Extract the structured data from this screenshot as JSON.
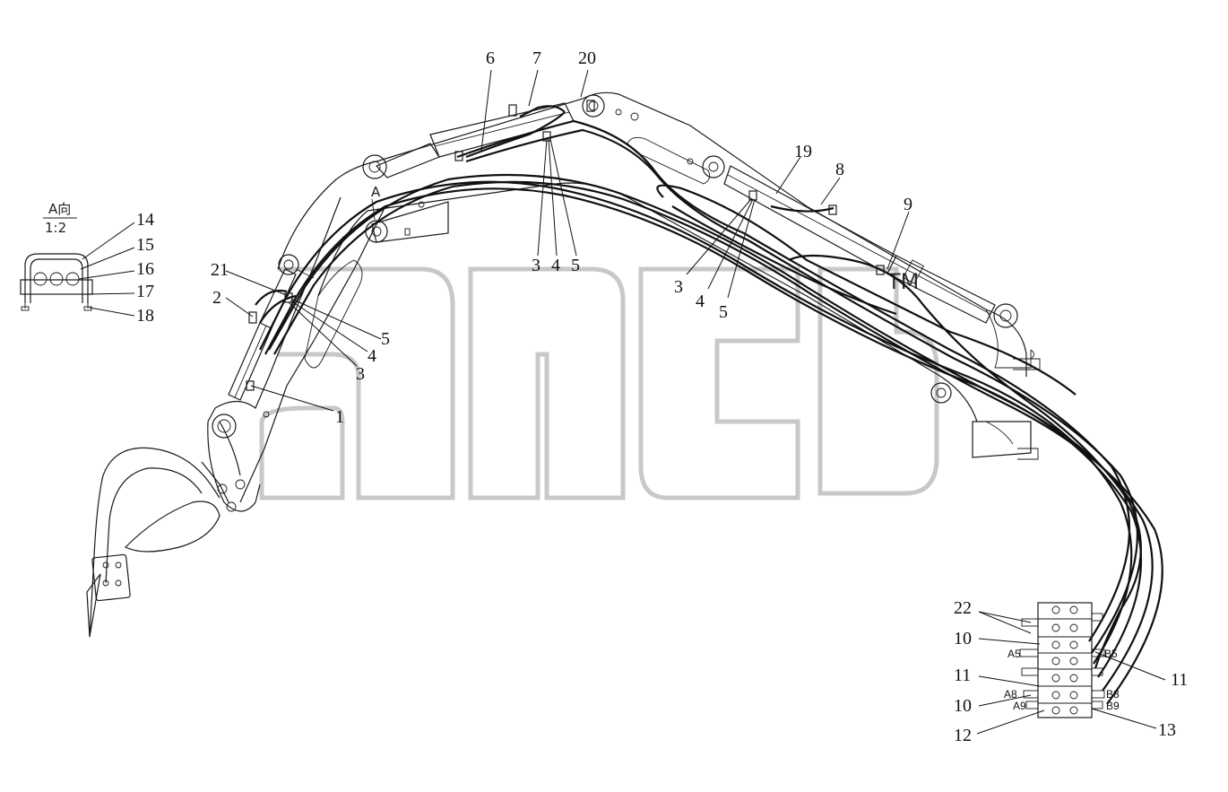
{
  "detail_view": {
    "title": "A向",
    "scale": "1:2",
    "callouts": [
      "14",
      "15",
      "16",
      "17",
      "18"
    ]
  },
  "section_marker": "A",
  "callouts": {
    "c1": "1",
    "c2": "2",
    "c3a": "3",
    "c3b": "3",
    "c3c": "3",
    "c4a": "4",
    "c4b": "4",
    "c4c": "4",
    "c5a": "5",
    "c5b": "5",
    "c5c": "5",
    "c6": "6",
    "c7": "7",
    "c8": "8",
    "c9": "9",
    "c10a": "10",
    "c10b": "10",
    "c11a": "11",
    "c11b": "11",
    "c12": "12",
    "c13": "13",
    "c19": "19",
    "c20": "20",
    "c21": "21",
    "c22": "22"
  },
  "ports": {
    "a5": "A5",
    "b5": "B5",
    "a8": "A8",
    "b8": "B8",
    "a9": "A9",
    "b9": "B9"
  },
  "watermark": {
    "trademark": "TM"
  }
}
